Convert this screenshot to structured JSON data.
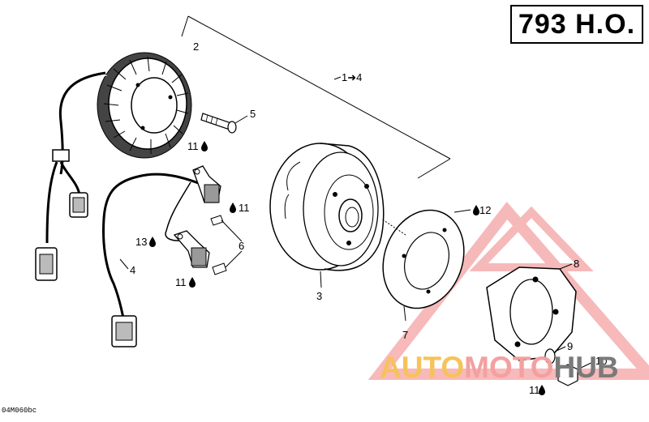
{
  "title": "793 H.O.",
  "ref_code": "04M060bc",
  "watermark": {
    "part1": "AUTO",
    "part2": "MOTO",
    "part3": "HUB",
    "colors": {
      "part1": "#f6c25a",
      "part2": "#f4a0a0",
      "part3": "#7a7a7a"
    }
  },
  "callouts": {
    "c1": "1➜4",
    "c2": "2",
    "c3": "3",
    "c4": "4",
    "c5": "5",
    "c6": "6",
    "c7": "7",
    "c8": "8",
    "c9": "9",
    "c10": "10",
    "c11a": "11",
    "c11b": "11",
    "c11c": "11",
    "c11d": "11",
    "c12": "12",
    "c13": "13"
  },
  "icons": [
    "drop-icon"
  ]
}
